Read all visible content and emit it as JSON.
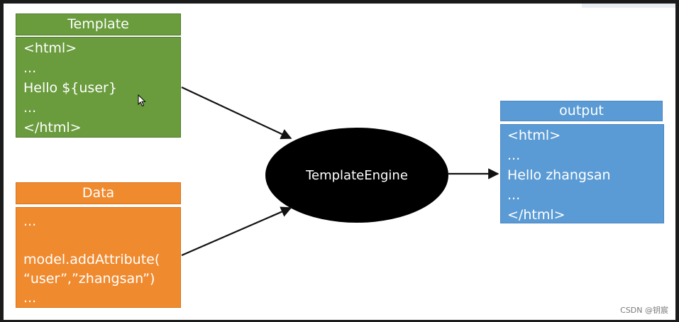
{
  "diagram": {
    "template": {
      "title": "Template",
      "lines": [
        "<html>",
        "...",
        "Hello ${user}",
        "...",
        "</html>"
      ]
    },
    "data": {
      "title": "Data",
      "lines": [
        "...",
        "",
        "model.addAttribute(",
        "“user”,”zhangsan”)",
        "..."
      ]
    },
    "engine": {
      "label": "TemplateEngine"
    },
    "output": {
      "title": "output",
      "lines": [
        "<html>",
        "...",
        "Hello zhangsan",
        "...",
        "</html>"
      ]
    }
  },
  "watermark": "CSDN @钥宸",
  "colors": {
    "template": "#6a9c3e",
    "data": "#f08a2e",
    "output": "#5b9bd5",
    "engine": "#000000"
  }
}
